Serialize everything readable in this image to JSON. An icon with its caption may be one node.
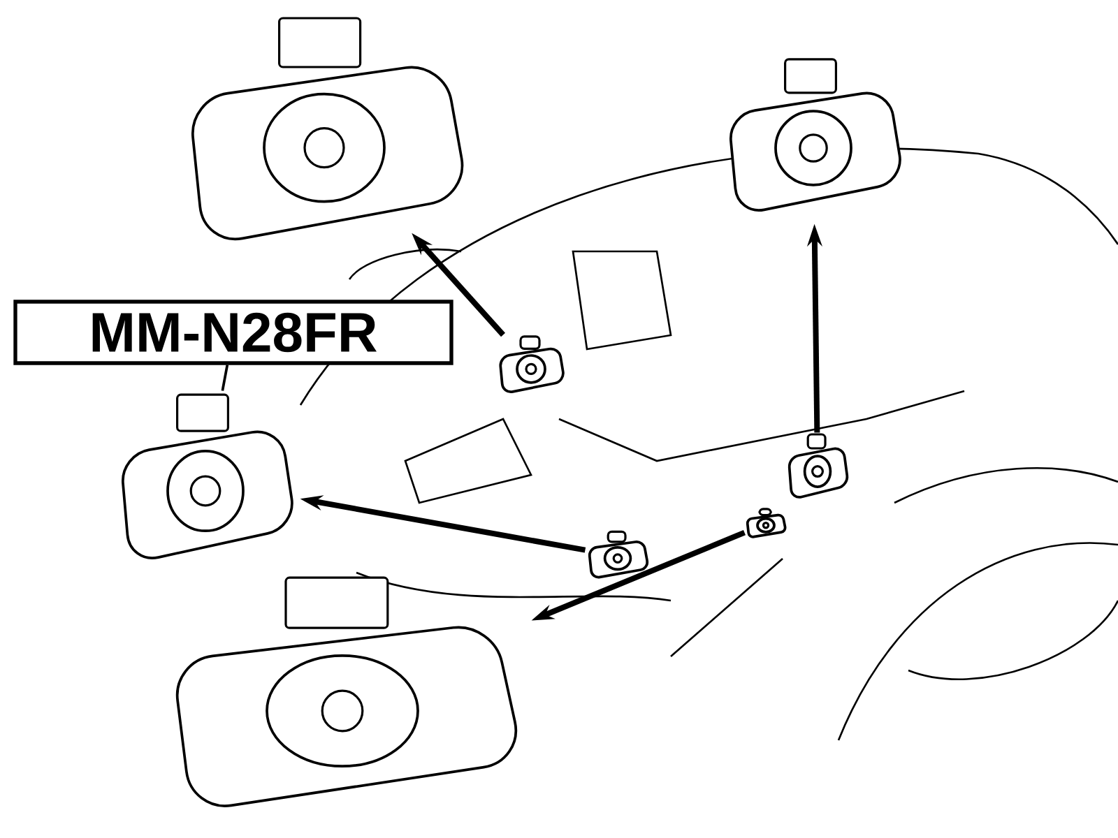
{
  "diagram": {
    "nodes": [
      {
        "text": [],
        "shape": "picture"
      },
      {
        "text": [],
        "shape": "picture"
      },
      {
        "text": [
          "MM-N28FR"
        ]
      },
      {
        "text": [],
        "shape": "picture"
      },
      {
        "text": [],
        "shape": "picture"
      },
      {
        "text": [],
        "shape": "picture"
      },
      {
        "text": [],
        "shape": "picture"
      },
      {
        "text": [],
        "shape": "picture"
      },
      {
        "text": [],
        "shape": "picture"
      }
    ],
    "edges": [
      {
        "from": 5,
        "to": 0,
        "arrow": "to"
      },
      {
        "from": 6,
        "to": 1,
        "arrow": "to"
      },
      {
        "from": 2,
        "to": 3,
        "arrow": "none"
      },
      {
        "from": 7,
        "to": 3,
        "arrow": "to"
      },
      {
        "from": 8,
        "to": 4,
        "arrow": "to"
      }
    ]
  }
}
